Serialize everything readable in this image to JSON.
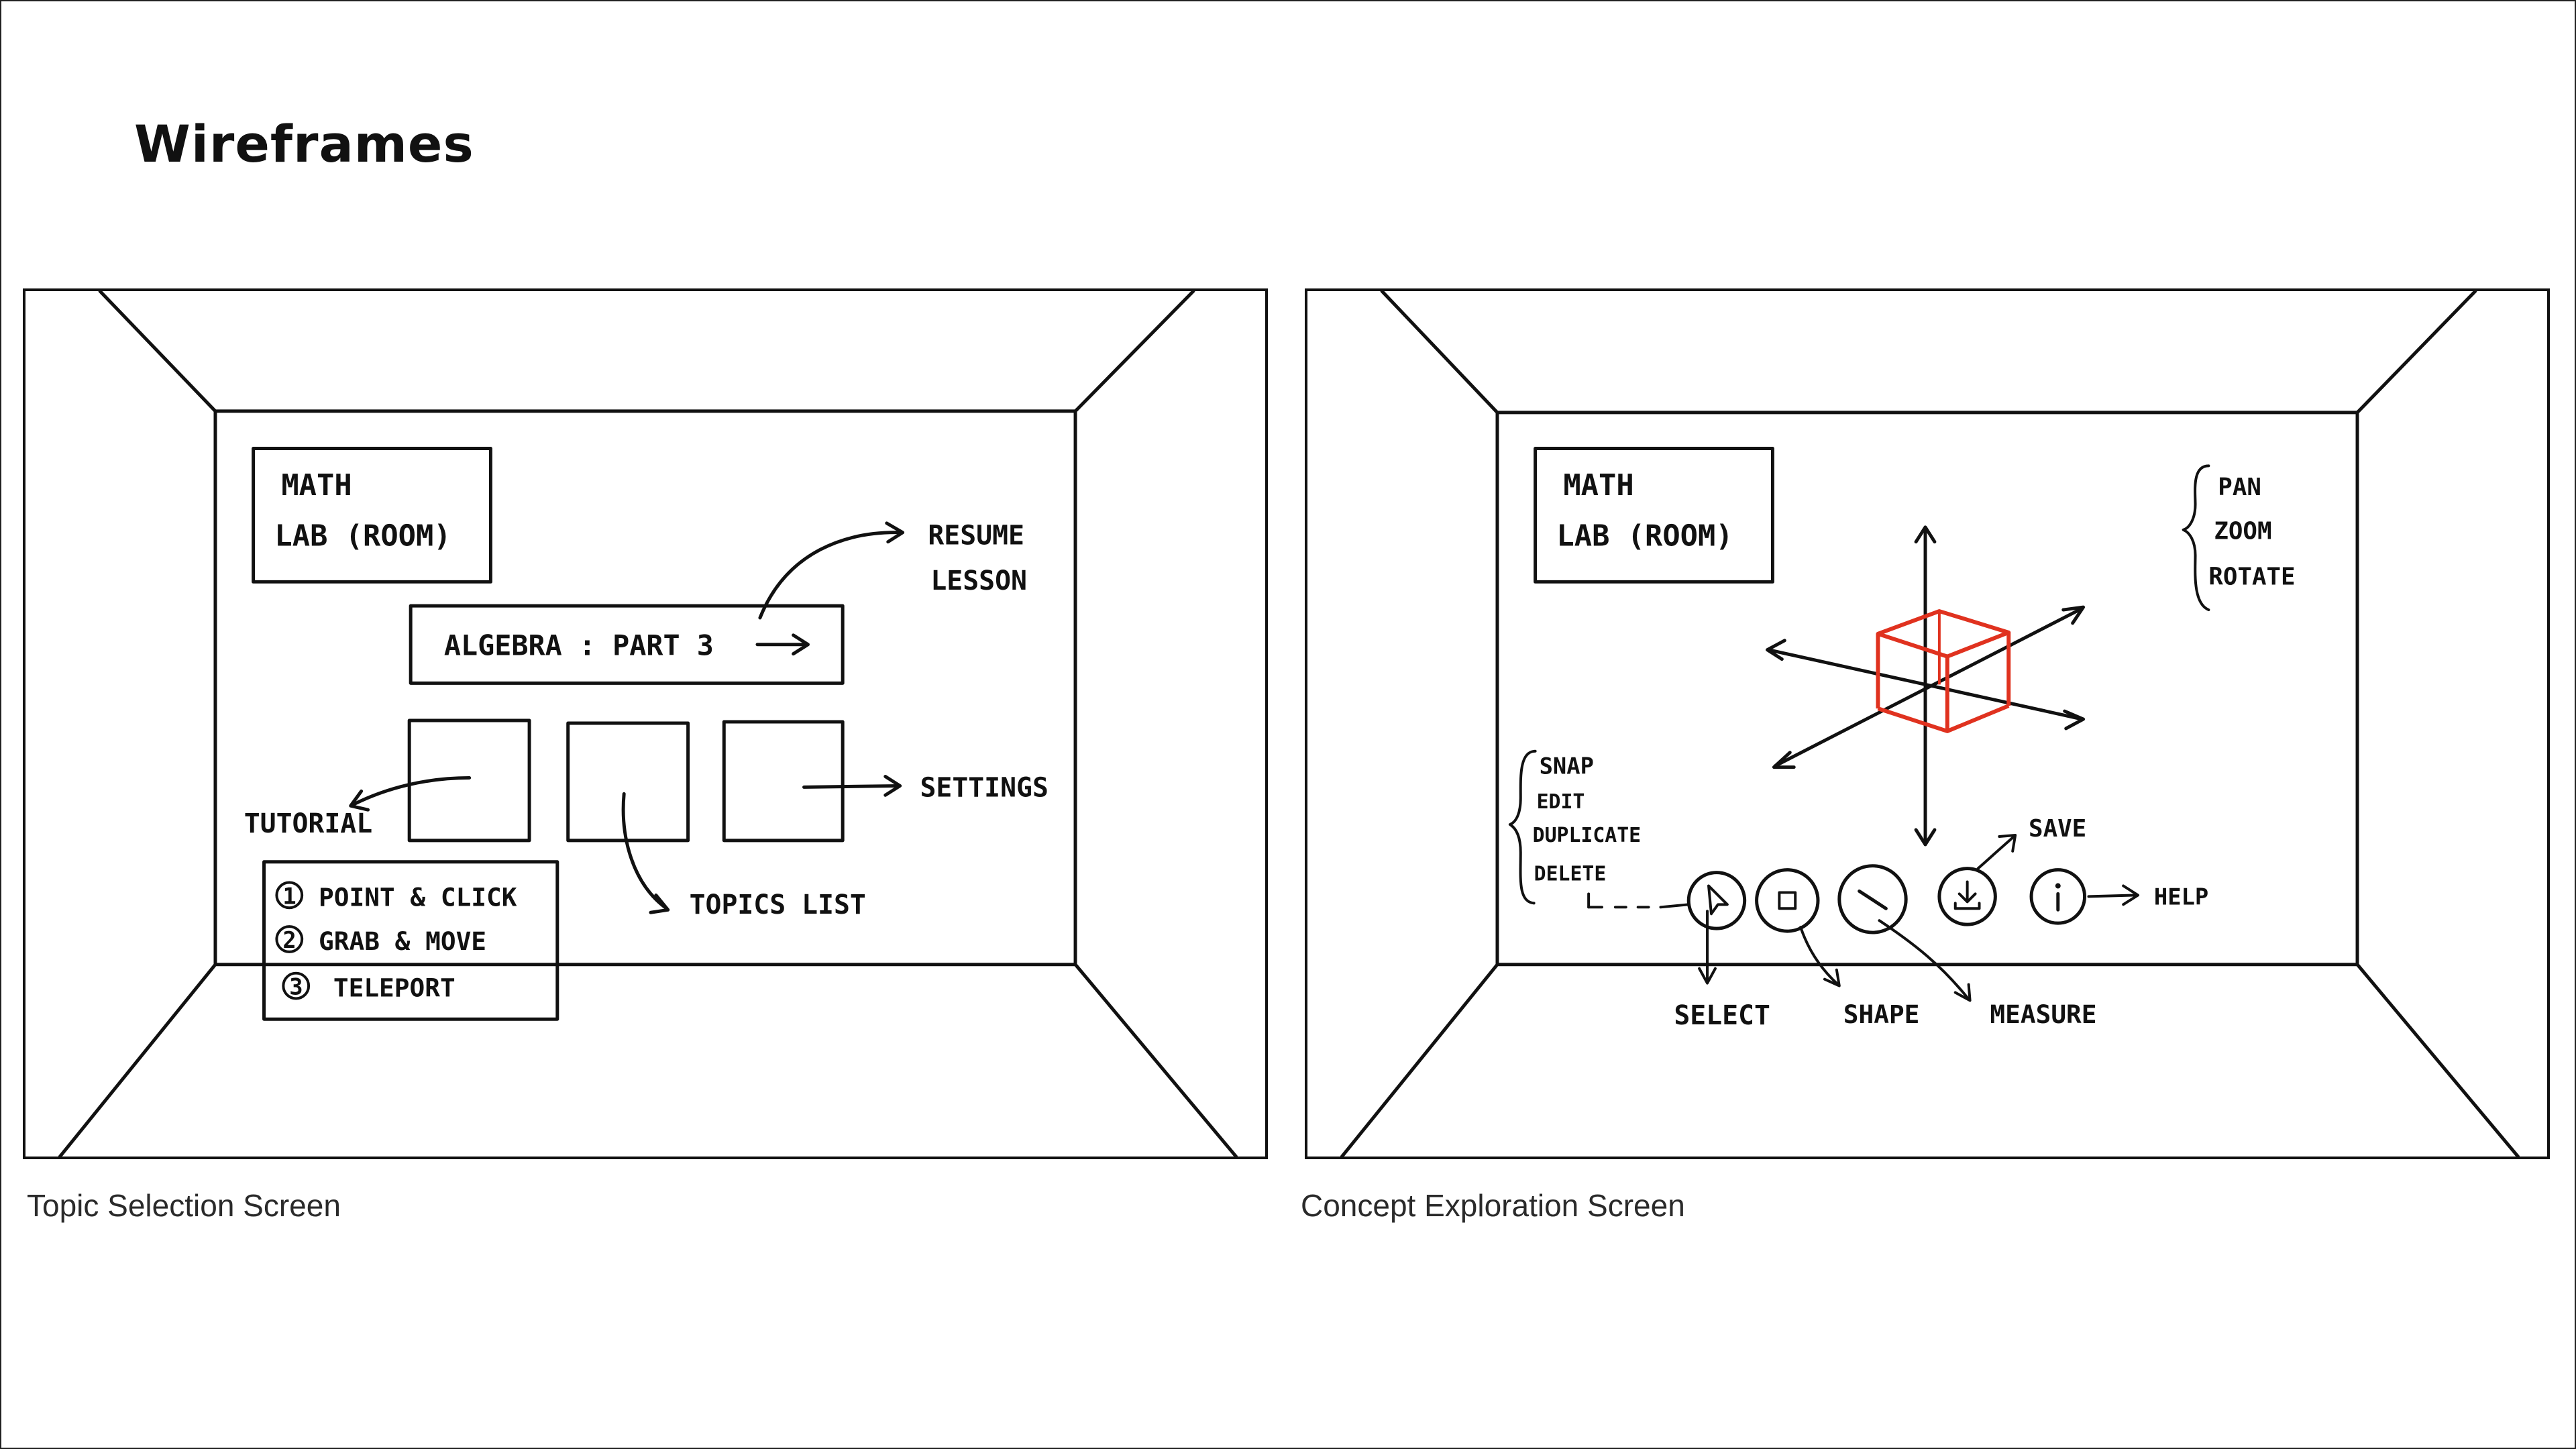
{
  "title": "Wireframes",
  "panels": {
    "topic": {
      "caption": "Topic Selection Screen",
      "room_label": [
        "MATH",
        "LAB (ROOM)"
      ],
      "algebra_bar": "ALGEBRA : PART 3",
      "resume_label": [
        "RESUME",
        "LESSON"
      ],
      "settings_label": "SETTINGS",
      "tutorial_label": "TUTORIAL",
      "topics_list_label": "TOPICS LIST",
      "tutorial_items": [
        {
          "number": "1",
          "text": "POINT & CLICK"
        },
        {
          "number": "2",
          "text": "GRAB & MOVE"
        },
        {
          "number": "3",
          "text": "TELEPORT"
        }
      ]
    },
    "concept": {
      "caption": "Concept Exploration Screen",
      "room_label": [
        "MATH",
        "LAB (ROOM)"
      ],
      "view_controls": [
        "PAN",
        "ZOOM",
        "ROTATE"
      ],
      "edit_controls": [
        "SNAP",
        "EDIT",
        "DUPLICATE",
        "DELETE"
      ],
      "tools": {
        "select": "SELECT",
        "shape": "SHAPE",
        "measure": "MEASURE",
        "save": "SAVE",
        "help": "HELP"
      },
      "accent_color": "#e0321f"
    }
  }
}
